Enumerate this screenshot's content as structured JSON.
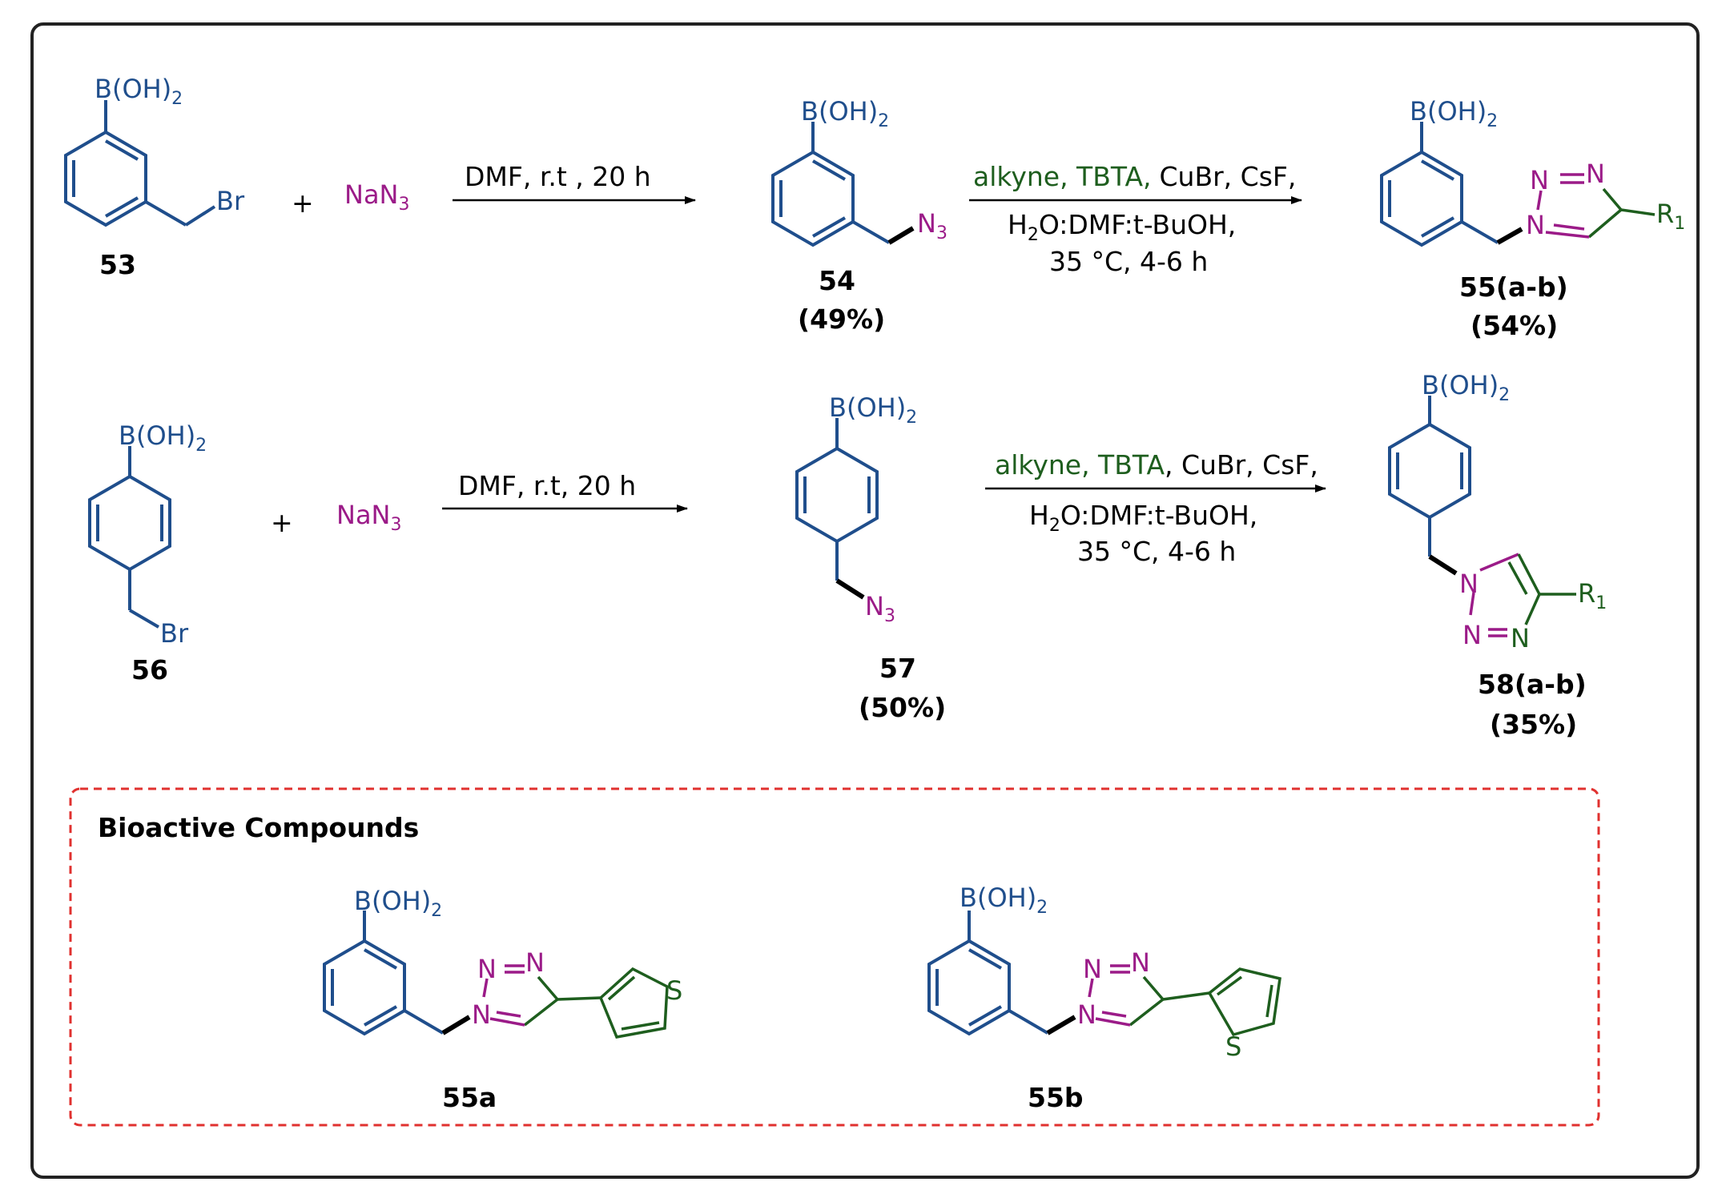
{
  "colors": {
    "blue": "#1f4e8c",
    "magenta": "#9b1b88",
    "green": "#1e5e1e",
    "red": "#e0312f",
    "black": "#000000"
  },
  "atoms": {
    "boronic_main": "B(OH)",
    "boronic_sub": "2",
    "br": "Br",
    "n3_main": "N",
    "n3_sub": "3",
    "nan3_main": "NaN",
    "nan3_sub": "3",
    "n": "N",
    "r_main": "R",
    "r_sub": "1",
    "s": "S",
    "plus": "+"
  },
  "reaction1": {
    "step1_conditions": "DMF,  r.t , 20 h",
    "step2_line1_green": "alkyne, TBTA,",
    "step2_line1_black": "CuBr,  CsF,",
    "step2_line2": "H",
    "step2_line2_sub": "2",
    "step2_line2_rest": "O:DMF:t-BuOH,",
    "step2_line3": "35 °C, 4-6 h",
    "start_label": "53",
    "int_label": "54",
    "int_yield": "(49%)",
    "prod_label": "55(a-b)",
    "prod_yield": "(54%)"
  },
  "reaction2": {
    "step1_conditions": "DMF,  r.t,  20 h",
    "step2_line1_green": "alkyne,  TBTA",
    "step2_line1_black": ",  CuBr,  CsF,",
    "step2_line2": "H",
    "step2_line2_sub": "2",
    "step2_line2_rest": "O:DMF:t-BuOH,",
    "step2_line3": "35 °C, 4-6 h",
    "start_label": "56",
    "int_label": "57",
    "int_yield": "(50%)",
    "prod_label": "58(a-b)",
    "prod_yield": "(35%)"
  },
  "bioactive": {
    "title": "Bioactive Compounds",
    "compound_a": "55a",
    "compound_b": "55b"
  }
}
